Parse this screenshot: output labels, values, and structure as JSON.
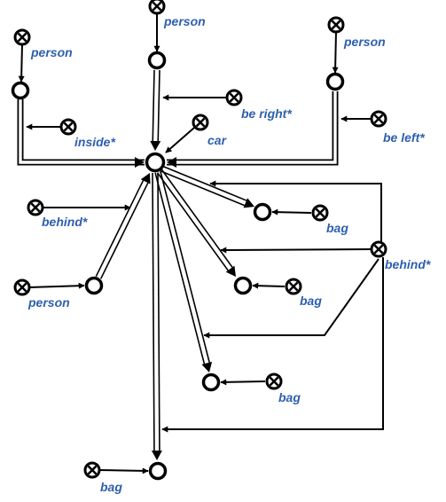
{
  "diagram": {
    "label_color": "#2E5FB0",
    "line_color": "#000000",
    "hub": {
      "id": "hub"
    },
    "objects": [
      {
        "id": "obj-top-left",
        "label": "person"
      },
      {
        "id": "obj-top-center",
        "label": "person"
      },
      {
        "id": "obj-top-right",
        "label": "person"
      },
      {
        "id": "obj-left",
        "label": "person"
      },
      {
        "id": "obj-bag-1",
        "label": "bag"
      },
      {
        "id": "obj-bag-2",
        "label": "bag"
      },
      {
        "id": "obj-bag-3",
        "label": "bag"
      },
      {
        "id": "obj-bag-4",
        "label": "bag"
      }
    ],
    "relations": [
      {
        "id": "rel-inside",
        "label": "inside*"
      },
      {
        "id": "rel-be-right",
        "label": "be right*"
      },
      {
        "id": "rel-car",
        "label": "car"
      },
      {
        "id": "rel-be-left",
        "label": "be left*"
      },
      {
        "id": "rel-behind-left",
        "label": "behind*"
      },
      {
        "id": "rel-behind-right",
        "label": "behind*"
      }
    ]
  }
}
